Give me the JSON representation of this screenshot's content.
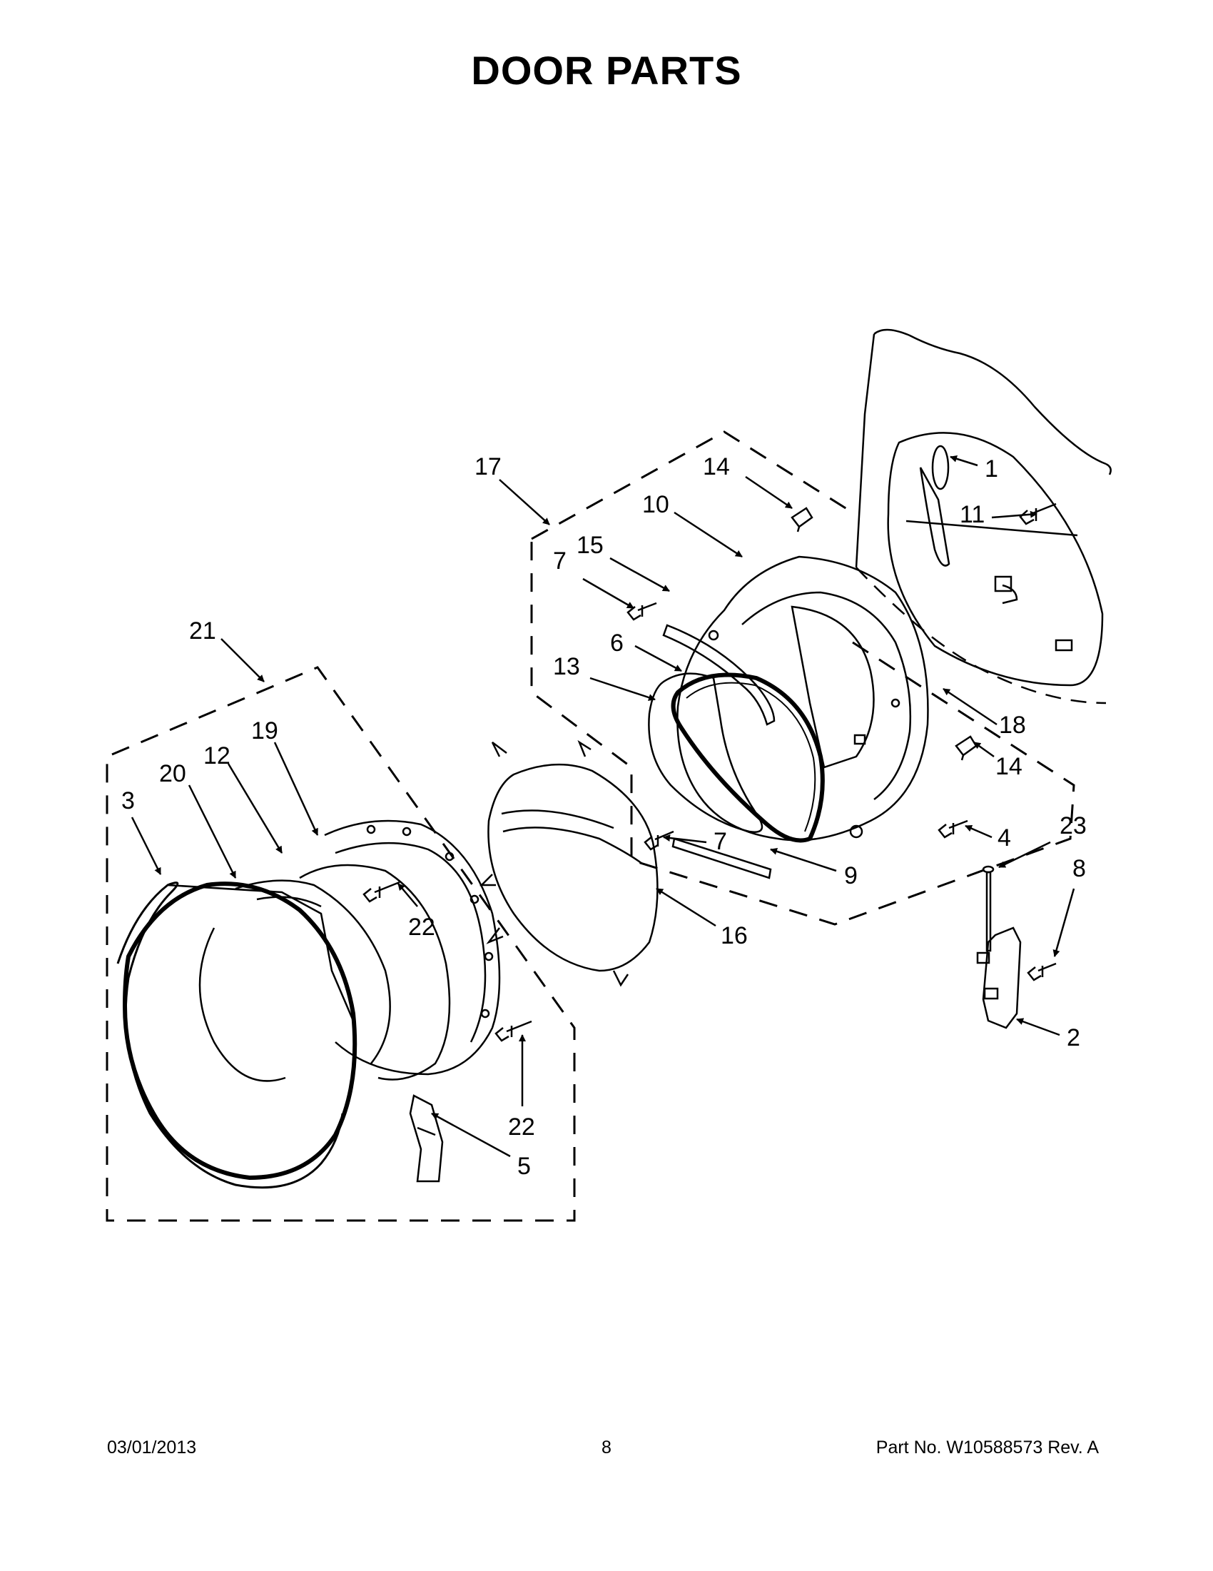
{
  "title": "DOOR PARTS",
  "callouts": {
    "c1": "1",
    "c2": "2",
    "c3": "3",
    "c4": "4",
    "c5": "5",
    "c6": "6",
    "c7a": "7",
    "c7b": "7",
    "c8": "8",
    "c9": "9",
    "c10": "10",
    "c11": "11",
    "c12": "12",
    "c13": "13",
    "c14a": "14",
    "c14b": "14",
    "c15": "15",
    "c16": "16",
    "c17": "17",
    "c18": "18",
    "c19": "19",
    "c20": "20",
    "c21": "21",
    "c22a": "22",
    "c22b": "22",
    "c23": "23"
  },
  "footer": {
    "date": "03/01/2013",
    "page_number": "8",
    "part_number": "Part No.  W10588573  Rev.  A"
  }
}
